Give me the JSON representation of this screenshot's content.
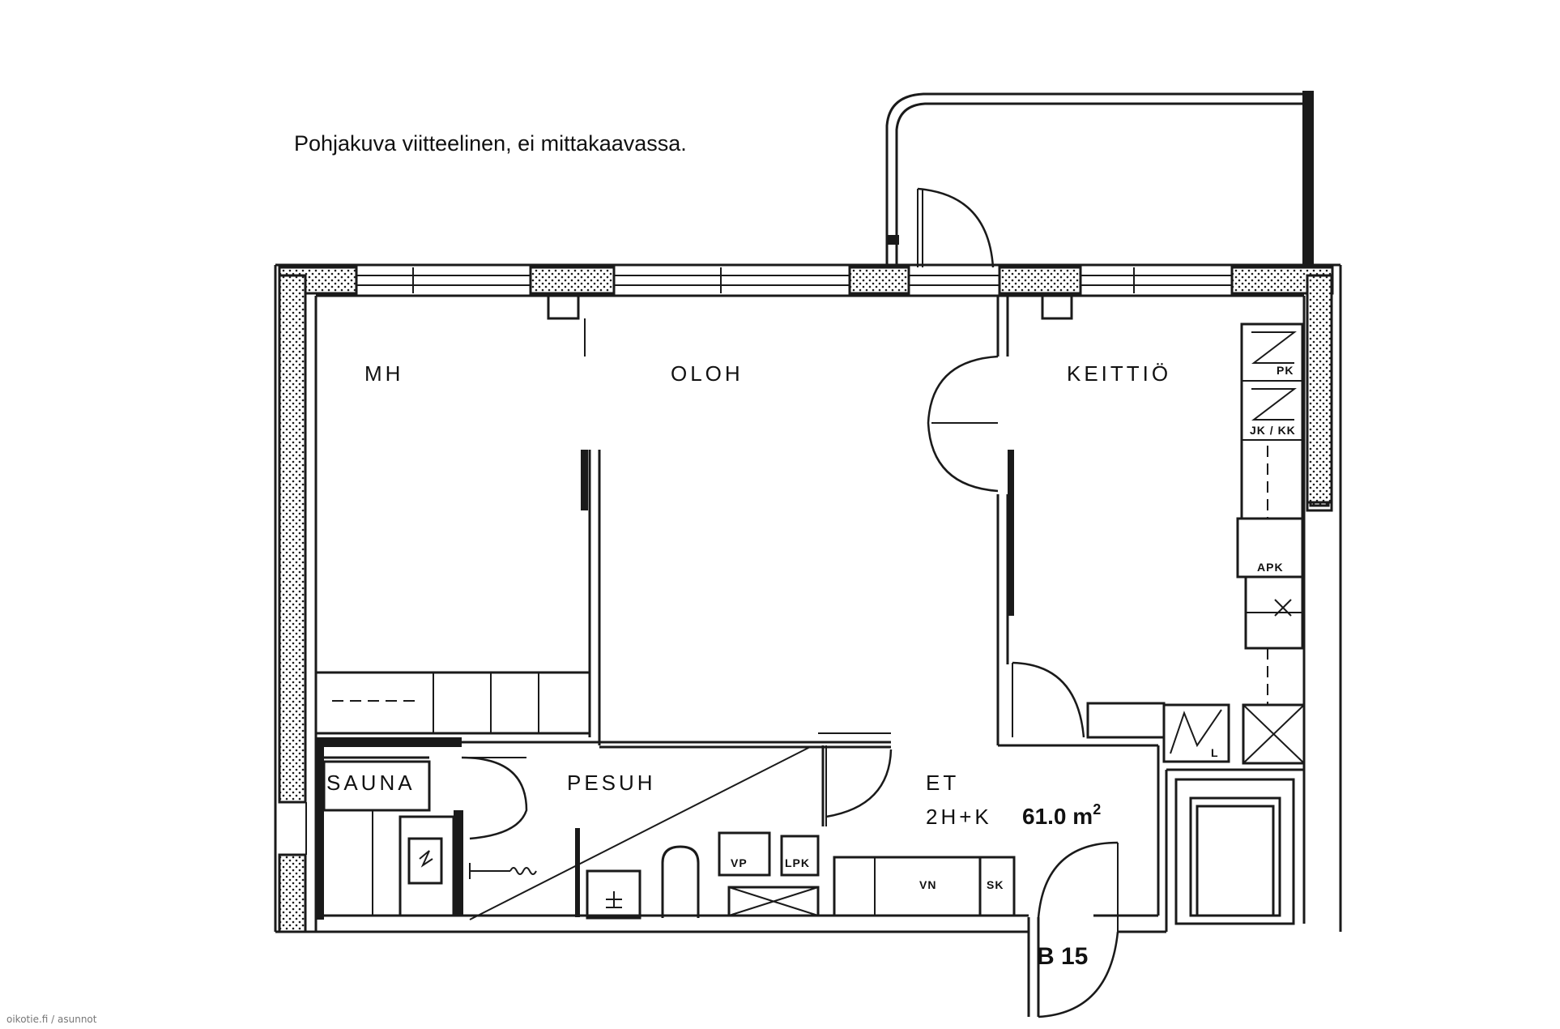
{
  "disclaimer": "Pohjakuva viitteelinen, ei mittakaavassa.",
  "rooms": {
    "mh": "MH",
    "oloh": "OLOH",
    "keittio": "KEITTIÖ",
    "sauna": "SAUNA",
    "pesuh": "PESUH",
    "et": "ET"
  },
  "apartment": {
    "type": "2H+K",
    "area": "61.0",
    "area_unit": "m",
    "area_exp": "2",
    "number": "B 15"
  },
  "fixtures": {
    "pk": "PK",
    "jk_kk": "JK / KK",
    "apk": "APK",
    "l": "L",
    "vp": "VP",
    "lpk": "LPK",
    "vn": "VN",
    "sk": "SK"
  },
  "watermark": "oikotie.fi / asunnot"
}
